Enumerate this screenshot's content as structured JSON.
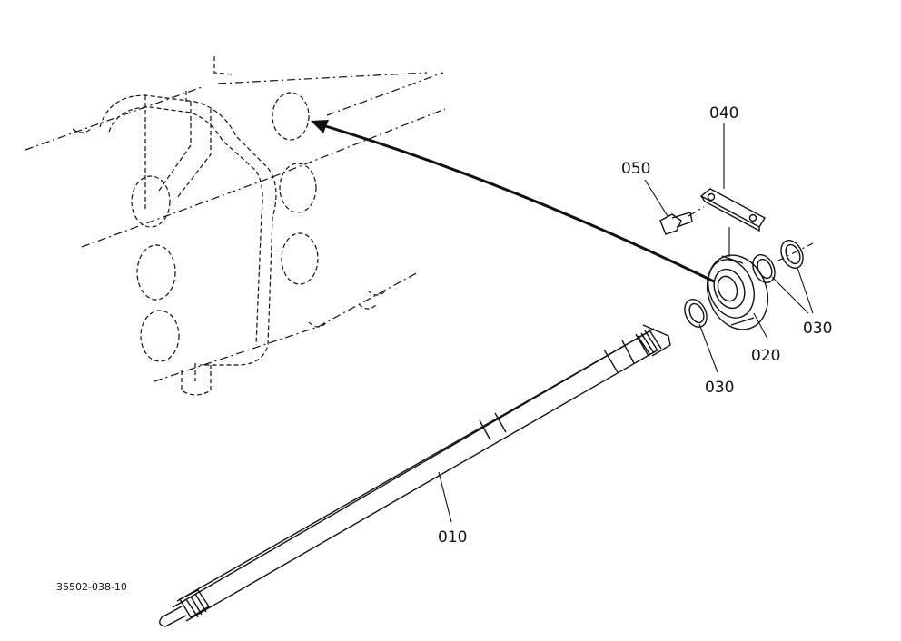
{
  "drawing_code": "35502-038-10",
  "parts": [
    {
      "id": "010",
      "label": "010"
    },
    {
      "id": "020",
      "label": "020"
    },
    {
      "id": "030a",
      "label": "030"
    },
    {
      "id": "030b",
      "label": "030"
    },
    {
      "id": "040",
      "label": "040"
    },
    {
      "id": "050",
      "label": "050"
    }
  ]
}
